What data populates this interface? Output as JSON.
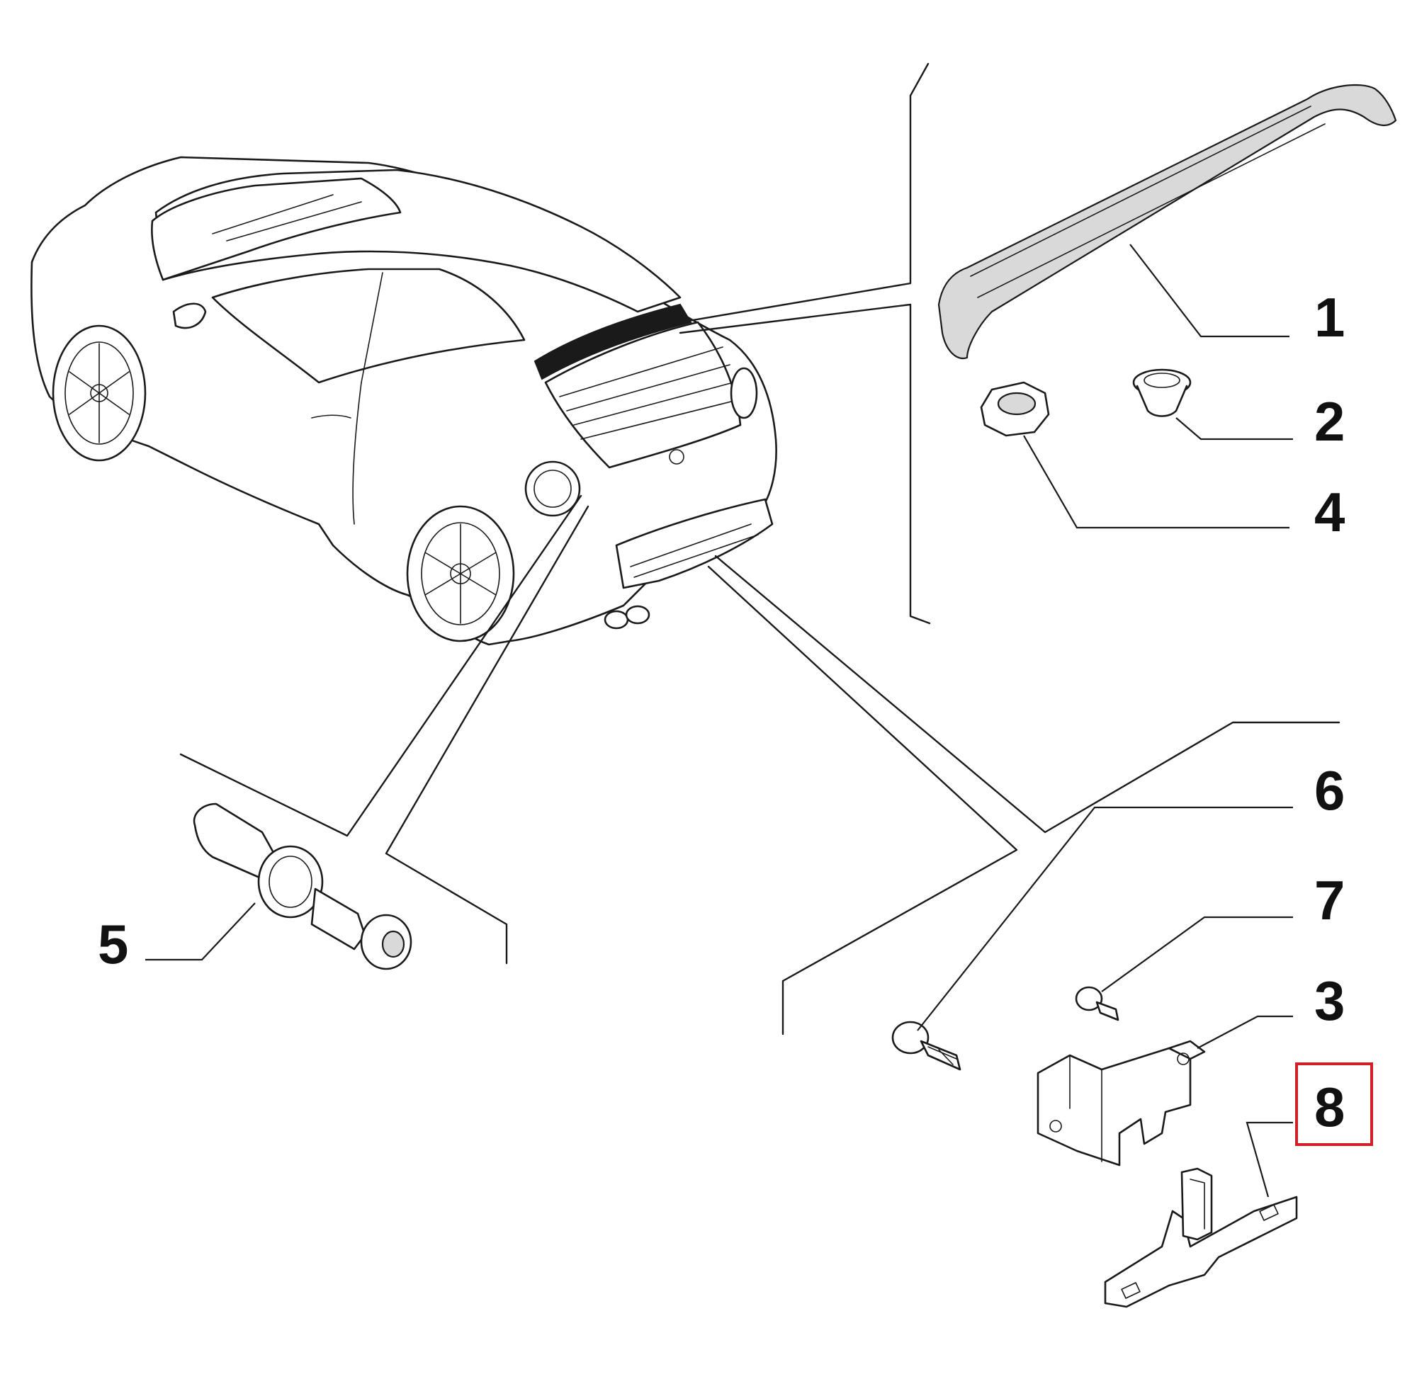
{
  "diagram": {
    "callouts": [
      {
        "id": "1",
        "label": "1"
      },
      {
        "id": "2",
        "label": "2"
      },
      {
        "id": "4",
        "label": "4"
      },
      {
        "id": "5",
        "label": "5"
      },
      {
        "id": "6",
        "label": "6"
      },
      {
        "id": "7",
        "label": "7"
      },
      {
        "id": "3",
        "label": "3"
      },
      {
        "id": "8",
        "label": "8",
        "highlighted": true
      }
    ],
    "highlight_color": "#d11f26"
  }
}
